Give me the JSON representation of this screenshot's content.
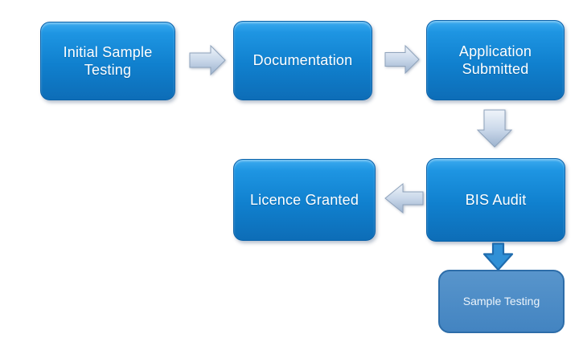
{
  "diagram": {
    "type": "flowchart",
    "background": "#FFFFFF",
    "nodes": [
      {
        "id": "initial-sample-testing",
        "label": "Initial Sample Testing",
        "style": "glossy-blue"
      },
      {
        "id": "documentation",
        "label": "Documentation",
        "style": "glossy-blue"
      },
      {
        "id": "application-submitted",
        "label": "Application Submitted",
        "style": "glossy-blue"
      },
      {
        "id": "licence-granted",
        "label": "Licence Granted",
        "style": "glossy-blue"
      },
      {
        "id": "bis-audit",
        "label": "BIS Audit",
        "style": "glossy-blue"
      },
      {
        "id": "sample-testing",
        "label": "Sample Testing",
        "style": "flat-blue"
      }
    ],
    "connectors": [
      {
        "from": "initial-sample-testing",
        "to": "documentation",
        "direction": "right",
        "color": "silver"
      },
      {
        "from": "documentation",
        "to": "application-submitted",
        "direction": "right",
        "color": "silver"
      },
      {
        "from": "application-submitted",
        "to": "bis-audit",
        "direction": "down",
        "color": "silver"
      },
      {
        "from": "bis-audit",
        "to": "licence-granted",
        "direction": "left",
        "color": "silver"
      },
      {
        "from": "bis-audit",
        "to": "sample-testing",
        "direction": "down",
        "color": "blue"
      }
    ],
    "colors": {
      "node_gradient_top": "#2FA2EA",
      "node_gradient_bottom": "#0D6DB7",
      "node_border": "#0A61A9",
      "flat_node_fill": "#4A89C5",
      "flat_node_border": "#2D6DA9",
      "arrow_silver_light": "#EDF2F9",
      "arrow_silver_dark": "#9DB3CE",
      "arrow_blue_fill": "#3090D6",
      "arrow_blue_border": "#1F6CAE",
      "text": "#FFFFFF"
    }
  }
}
